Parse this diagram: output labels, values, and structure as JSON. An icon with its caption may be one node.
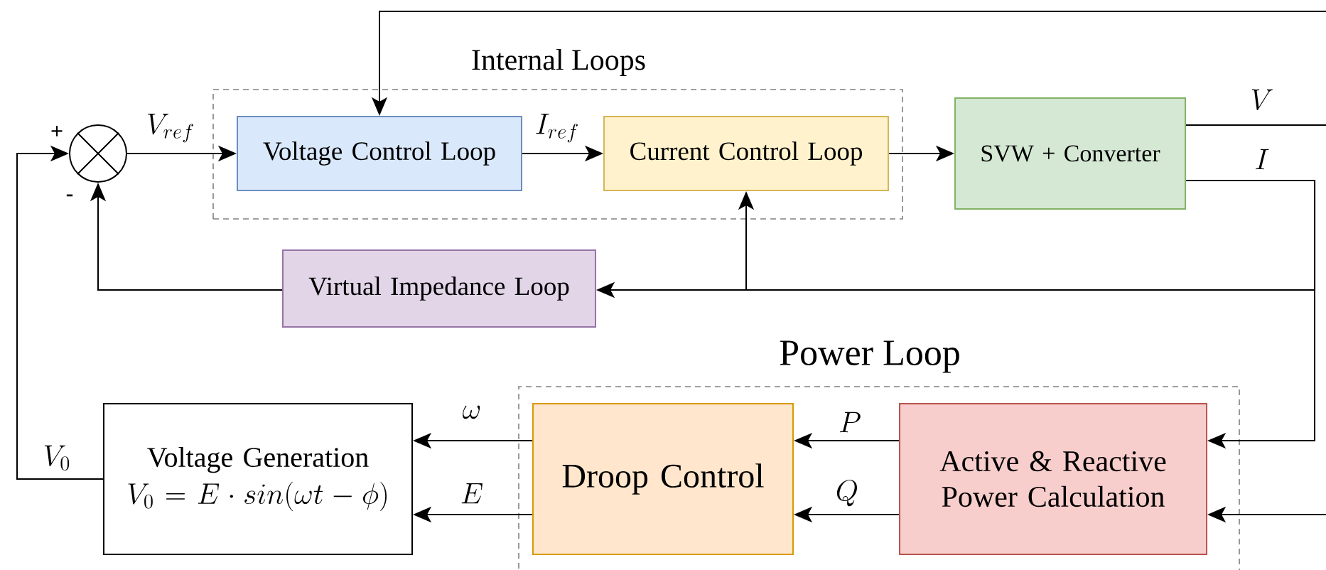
{
  "diagram": {
    "nodes": [
      {
        "text": [
          "Internal Loops"
        ]
      },
      {
        "text": [],
        "shape": "circle"
      },
      {
        "text": [
          "Voltage Control Loop"
        ],
        "in": 0
      },
      {
        "text": [
          "Current Control Loop"
        ],
        "in": 0
      },
      {
        "text": [
          "SVW + Converter"
        ]
      },
      {
        "text": [
          "Virtual Impedance Loop"
        ]
      },
      {
        "text": [
          "Power Loop"
        ]
      },
      {
        "text": [
          "Voltage Generation",
          "V_0 = E \\cdot sin(\\omega t - \\phi)"
        ]
      },
      {
        "text": [
          "Droop Control"
        ],
        "in": 6
      },
      {
        "text": [
          "Active & Reactive Power Calculation"
        ],
        "in": 6
      }
    ],
    "edges": [
      {
        "from": 1,
        "to": 2,
        "arrow": "to",
        "label": "V_{ref}"
      },
      {
        "from": 2,
        "to": 3,
        "arrow": "to",
        "label": "I_{ref}"
      },
      {
        "from": 3,
        "to": 4,
        "arrow": "to"
      },
      {
        "from": 4,
        "to": null,
        "arrow": "none",
        "label": "V"
      },
      {
        "from": 4,
        "to": 9,
        "arrow": "to",
        "label": "I"
      },
      {
        "from": 4,
        "to": 5,
        "arrow": "to"
      },
      {
        "from": 4,
        "to": 3,
        "arrow": "to"
      },
      {
        "from": 5,
        "to": 1,
        "arrow": "to"
      },
      {
        "from": null,
        "to": 2,
        "arrow": "to"
      },
      {
        "from": null,
        "to": 9,
        "arrow": "to"
      },
      {
        "from": 9,
        "to": 8,
        "arrow": "to",
        "label": "P"
      },
      {
        "from": 9,
        "to": 8,
        "arrow": "to",
        "label": "Q"
      },
      {
        "from": 8,
        "to": 7,
        "arrow": "to",
        "label": "\\omega"
      },
      {
        "from": 8,
        "to": 7,
        "arrow": "to",
        "label": "E"
      },
      {
        "from": 7,
        "to": 1,
        "arrow": "to",
        "label": "V_0"
      }
    ],
    "labels": [
      "+",
      "-"
    ]
  }
}
